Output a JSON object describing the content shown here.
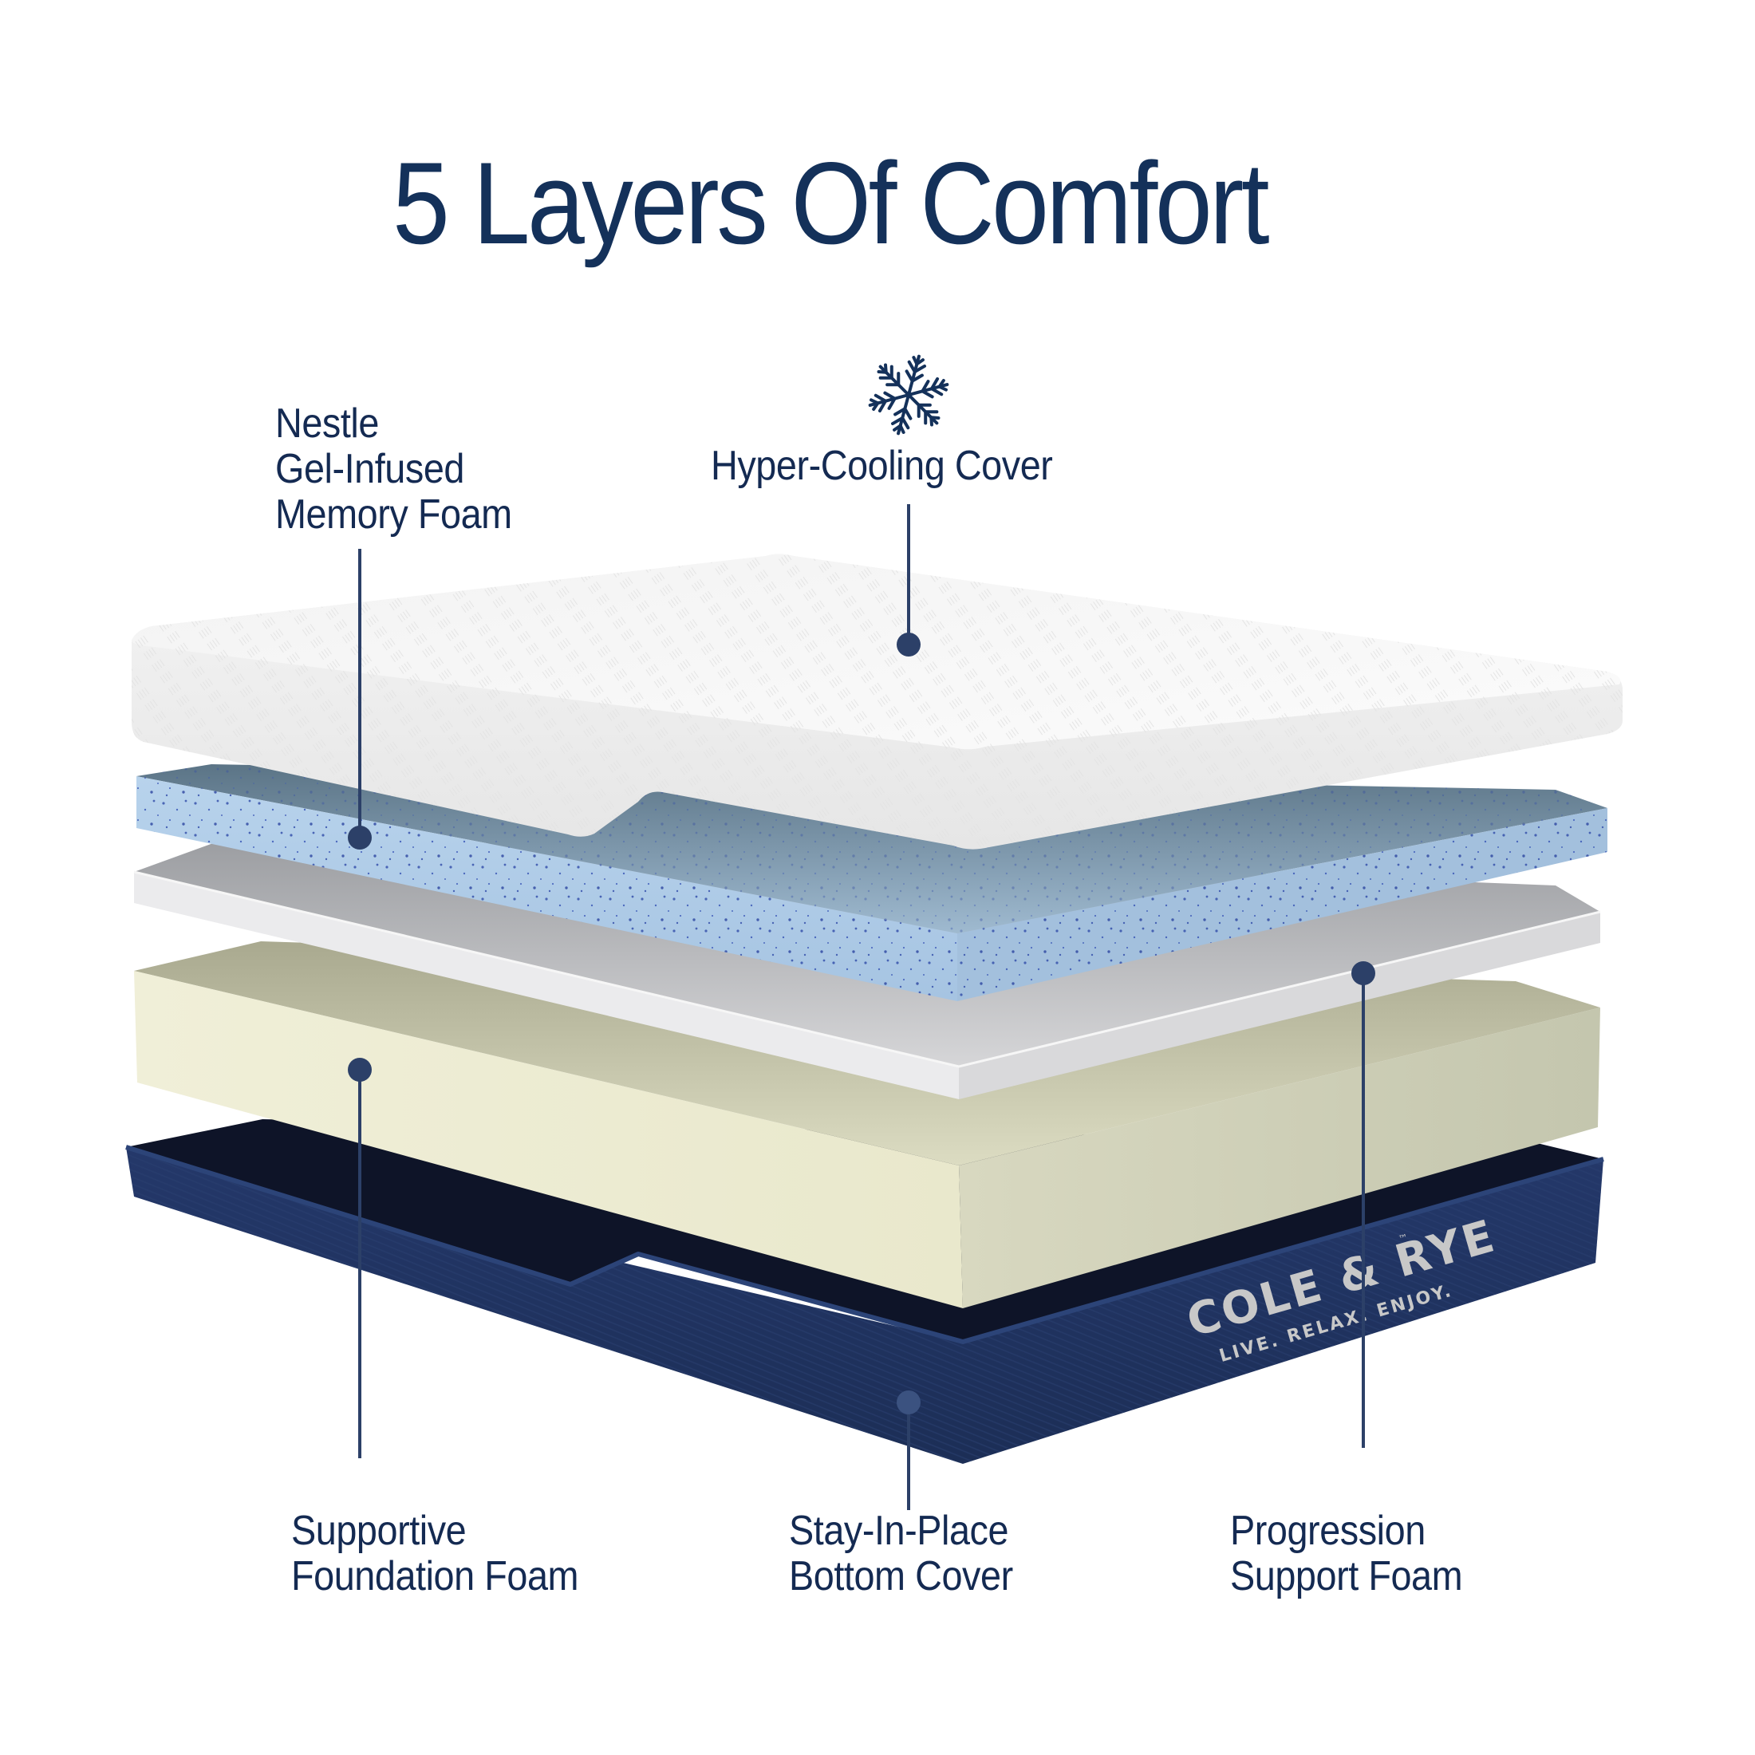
{
  "title": "5 Layers Of Comfort",
  "colors": {
    "title": "#14315a",
    "label_text": "#142a52",
    "leader_line": "#2c4068",
    "cover_white": "#f5f5f5",
    "gel_blue": "#a9c8e6",
    "support_white": "#e4e4e6",
    "foundation_cream": "#ecebd3",
    "bottom_navy": "#1f3259",
    "logo_gray": "#c8c8c8"
  },
  "icons": {
    "cooling": "snowflake-icon"
  },
  "layers": [
    {
      "id": "cover",
      "label_lines": [
        "Hyper-Cooling Cover"
      ]
    },
    {
      "id": "gel",
      "label_lines": [
        "Nestle",
        "Gel-Infused",
        "Memory Foam"
      ]
    },
    {
      "id": "support",
      "label_lines": [
        "Progression",
        "Support Foam"
      ]
    },
    {
      "id": "foundation",
      "label_lines": [
        "Supportive",
        "Foundation Foam"
      ]
    },
    {
      "id": "bottom",
      "label_lines": [
        "Stay-In-Place",
        "Bottom Cover"
      ]
    }
  ],
  "brand": {
    "name": "COLE & RYE",
    "trademark": "™",
    "tagline": "LIVE. RELAX. ENJOY."
  }
}
